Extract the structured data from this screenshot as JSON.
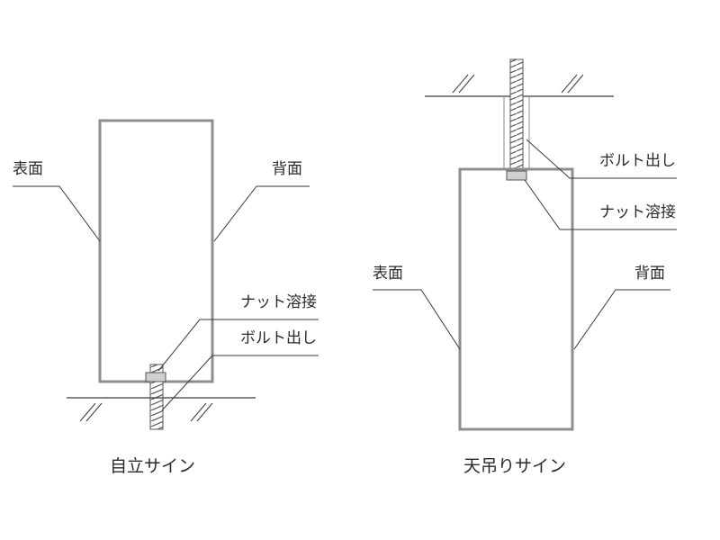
{
  "colors": {
    "frame": "#8e8e8e",
    "line": "#3a3a3a",
    "text": "#2a2a2a",
    "nut": "#cfcfcf"
  },
  "left_diagram": {
    "front_label": "表面",
    "back_label": "背面",
    "nut_label": "ナット溶接",
    "bolt_label": "ボルト出し",
    "caption": "自立サイン"
  },
  "right_diagram": {
    "bolt_label": "ボルト出し",
    "nut_label": "ナット溶接",
    "front_label": "表面",
    "back_label": "背面",
    "caption": "天吊りサイン"
  }
}
